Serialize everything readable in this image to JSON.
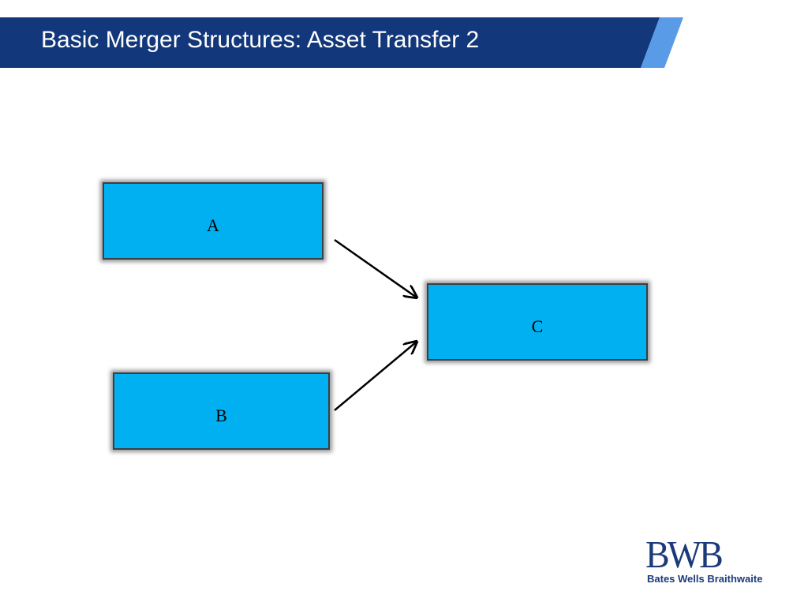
{
  "header": {
    "title": "Basic Merger Structures: Asset Transfer 2",
    "bar_color": "#12377a",
    "accent_color": "#5a9be8"
  },
  "diagram": {
    "nodes": [
      {
        "id": "a",
        "label": "A"
      },
      {
        "id": "b",
        "label": "B"
      },
      {
        "id": "c",
        "label": "C"
      }
    ],
    "edges": [
      {
        "from": "a",
        "to": "c"
      },
      {
        "from": "b",
        "to": "c"
      }
    ],
    "node_color": "#00b0f0"
  },
  "logo": {
    "mark": "BWB",
    "name": "Bates Wells Braithwaite",
    "color": "#1b3a7a"
  }
}
